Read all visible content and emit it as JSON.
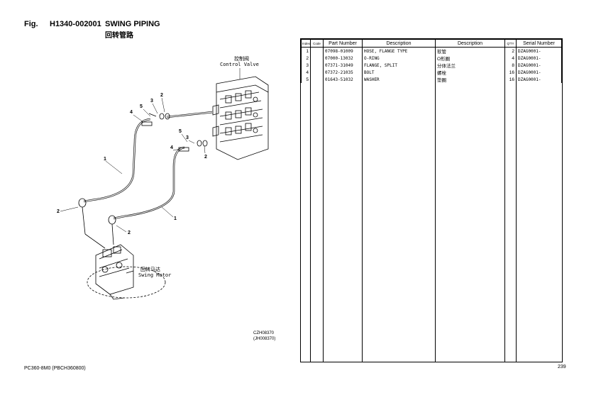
{
  "header": {
    "fig_label": "Fig.",
    "fig_code": "H1340-002001",
    "title": "SWING PIPING",
    "title_cn": "回转管路"
  },
  "diagram": {
    "control_valve_cn": "控制阀",
    "control_valve": "Control Valve",
    "swing_motor_cn": "回转马达",
    "swing_motor": "Swing Motor",
    "callouts": [
      "1",
      "1",
      "2",
      "2",
      "2",
      "2",
      "3",
      "3",
      "4",
      "4",
      "5",
      "5"
    ],
    "drawing_ref_1": "CZH08370",
    "drawing_ref_2": "(JH008370)"
  },
  "table": {
    "headers": [
      "Index",
      "Code",
      "Part Number",
      "Description",
      "Description",
      "Q'TY",
      "Serial Number"
    ],
    "rows": [
      {
        "index": "1",
        "code": "",
        "part": "07098-01009",
        "desc_en": "HOSE, FLANGE TYPE",
        "desc_cn": "软管",
        "qty": "2",
        "serial": "DZAG0001-"
      },
      {
        "index": "2",
        "code": "",
        "part": "07000-13032",
        "desc_en": "O-RING",
        "desc_cn": "O形圈",
        "qty": "4",
        "serial": "DZAG0001-"
      },
      {
        "index": "3",
        "code": "",
        "part": "07371-31049",
        "desc_en": "FLANGE, SPLIT",
        "desc_cn": "分体法兰",
        "qty": "8",
        "serial": "DZAG0001-"
      },
      {
        "index": "4",
        "code": "",
        "part": "07372-21035",
        "desc_en": "BOLT",
        "desc_cn": "螺栓",
        "qty": "16",
        "serial": "DZAG0001-"
      },
      {
        "index": "5",
        "code": "",
        "part": "01643-51032",
        "desc_en": "WASHER",
        "desc_cn": "垫圈",
        "qty": "16",
        "serial": "DZAG0001-"
      }
    ]
  },
  "footer": {
    "model": "PC360-8M0 (PBCH360800)",
    "page": "239"
  }
}
